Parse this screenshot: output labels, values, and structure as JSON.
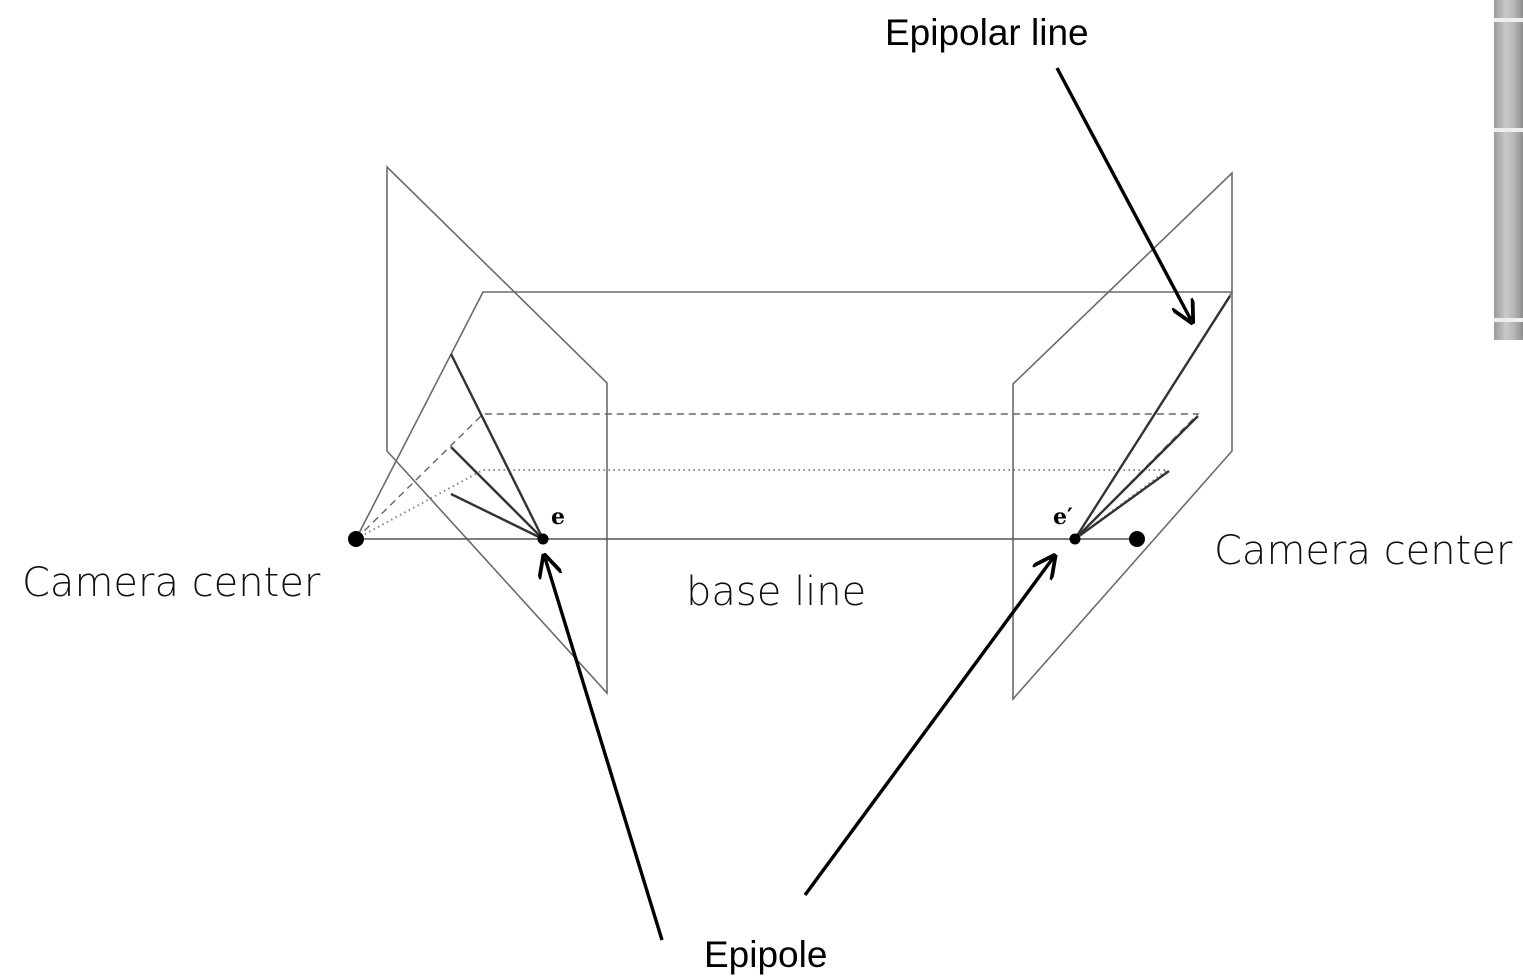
{
  "labels": {
    "epipolar_line": "Epipolar line",
    "camera_center_left": "Camera center",
    "camera_center_right": "Camera center",
    "base_line": "base line",
    "epipole": "Epipole",
    "e": "e",
    "e_prime": "e′"
  },
  "colors": {
    "plane_stroke": "#6b6b6b",
    "ray_stroke": "#333333",
    "arrow": "#000000",
    "point": "#000000"
  }
}
